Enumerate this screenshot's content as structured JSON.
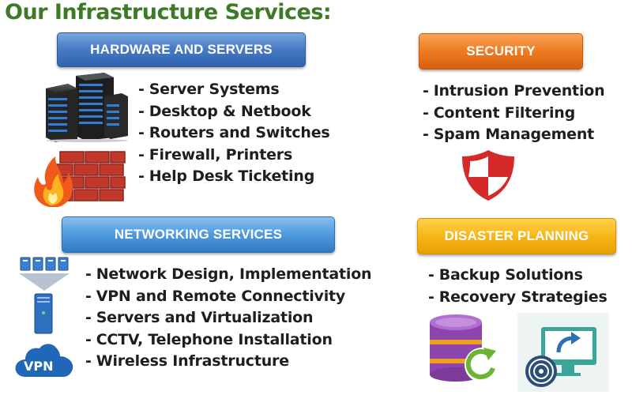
{
  "page": {
    "title": "Our Infrastructure Services:"
  },
  "sections": {
    "hardware": {
      "heading": "HARDWARE AND SERVERS",
      "items": [
        "Server Systems",
        "Desktop & Netbook",
        "Routers and Switches",
        "Firewall, Printers",
        "Help Desk Ticketing"
      ],
      "icons": [
        "server-rack-icon",
        "firewall-icon"
      ]
    },
    "security": {
      "heading": "SECURITY",
      "items": [
        "Intrusion Prevention",
        "Content Filtering",
        "Spam Management"
      ],
      "icons": [
        "shield-icon"
      ]
    },
    "networking": {
      "heading": "NETWORKING SERVICES",
      "items": [
        "Network Design, Implementation",
        "VPN and Remote Connectivity",
        "Servers and Virtualization",
        "CCTV, Telephone Installation",
        "Wireless Infrastructure"
      ],
      "icons": [
        "network-server-icon",
        "vpn-cloud-icon"
      ],
      "vpn_label": "VPN"
    },
    "disaster": {
      "heading": "DISASTER PLANNING",
      "items": [
        "Backup Solutions",
        "Recovery Strategies"
      ],
      "icons": [
        "database-restore-icon",
        "disk-restore-icon"
      ]
    }
  },
  "colors": {
    "title_green": "#3c7a27",
    "hardware_blue": "#3a6dbb",
    "networking_blue": "#4a94d8",
    "security_orange": "#ee7a20",
    "disaster_yellow": "#f6b61a",
    "shield_red": "#d42a2a"
  }
}
